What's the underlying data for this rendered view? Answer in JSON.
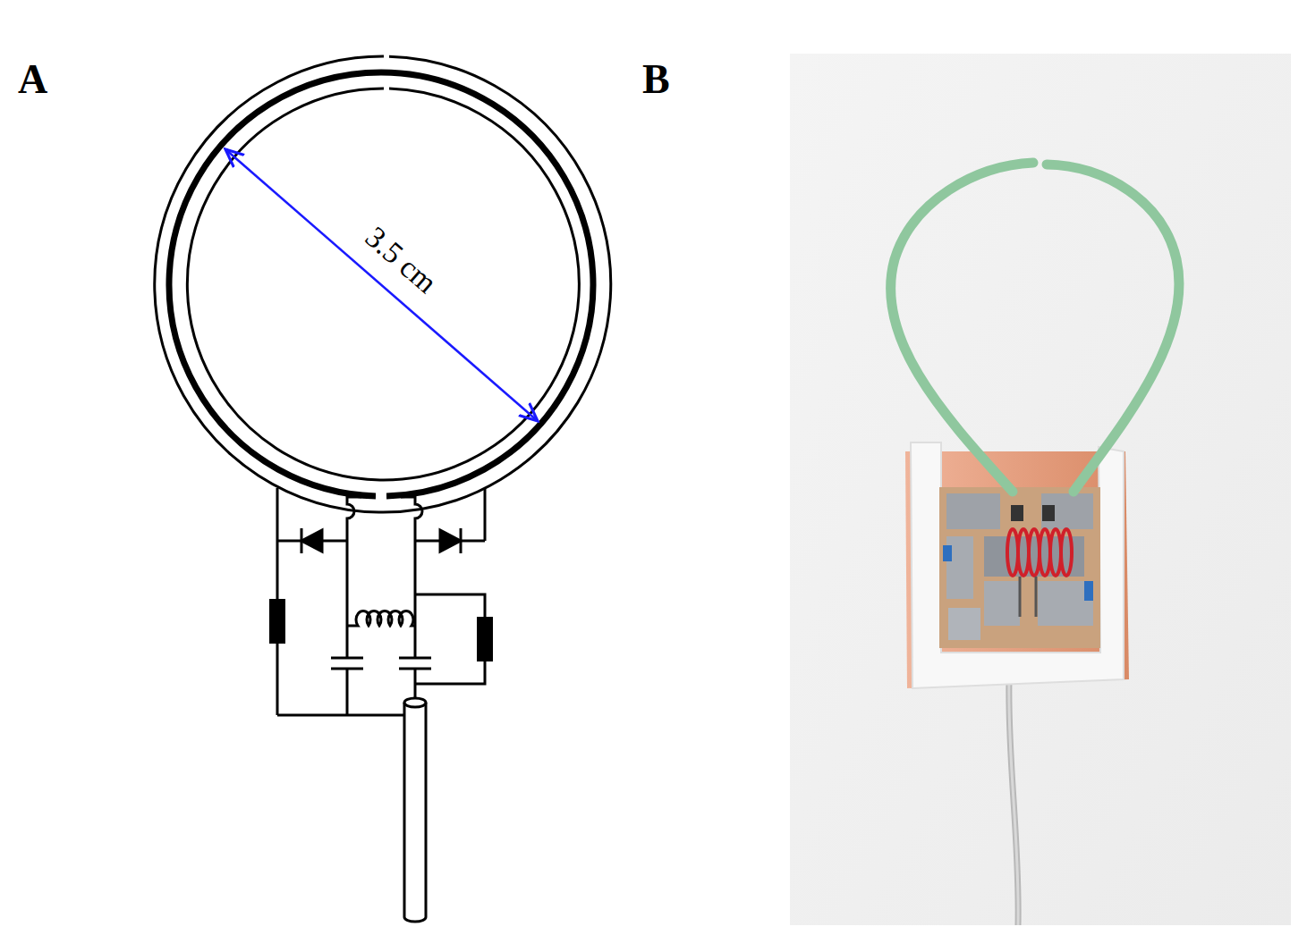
{
  "diagram": {
    "labels": [
      "A",
      "B",
      "3.5 cm"
    ]
  }
}
